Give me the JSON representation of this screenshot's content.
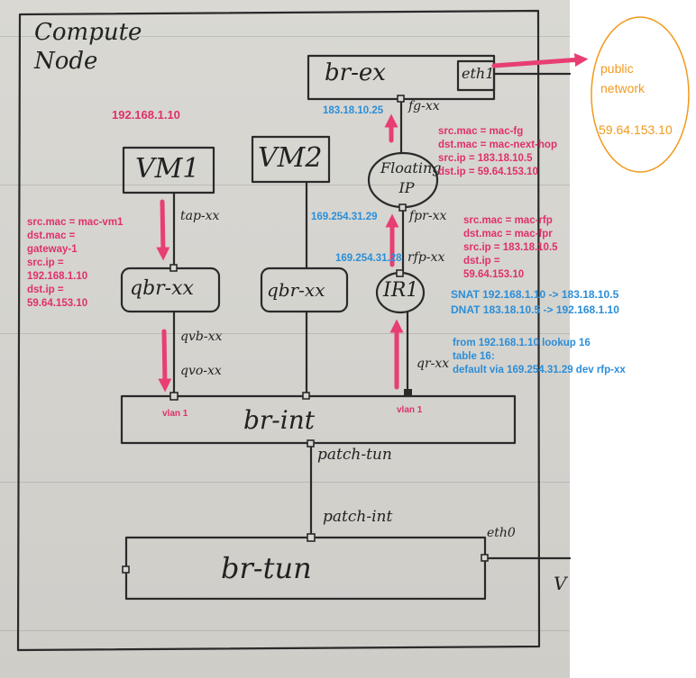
{
  "title": "Compute Node",
  "bridges": {
    "br_ex": "br-ex",
    "eth1": "eth1",
    "vm1": "VM1",
    "vm2": "VM2",
    "floating_ip": "Floating IP",
    "qbr1": "qbr-xx",
    "qbr2": "qbr-xx",
    "ir1": "IR1",
    "br_int": "br-int",
    "br_tun": "br-tun"
  },
  "ports": {
    "fg": "fg-xx",
    "fpr": "fpr-xx",
    "rfp": "rfp-xx",
    "tap": "tap-xx",
    "qvb": "qvb-xx",
    "qvo": "qvo-xx",
    "qr": "qr-xx",
    "patch_tun": "patch-tun",
    "patch_int": "patch-int",
    "eth0": "eth0",
    "edge_v": "V"
  },
  "external": {
    "network_line1": "public",
    "network_line2": "network",
    "network_ip": "59.64.153.10"
  },
  "ip_labels": {
    "vm1_ip": "192.168.1.10",
    "br_ex_ip": "183.18.10.25",
    "fpr_ip": "169.254.31.29",
    "rfp_ip": "169.254.31.28",
    "vlan_left": "vlan 1",
    "vlan_right": "vlan 1"
  },
  "notes": {
    "vm1_packet": [
      "src.mac = mac-vm1",
      "dst.mac =",
      "gateway-1",
      "src.ip =",
      "192.168.1.10",
      "dst.ip =",
      "59.64.153.10"
    ],
    "fip_packet": [
      "src.mac = mac-fg",
      "dst.mac = mac-next-hop",
      "src.ip = 183.18.10.5",
      "dst.ip = 59.64.153.10"
    ],
    "rfp_packet": [
      "src.mac = mac-rfp",
      "dst.mac = mac-fpr",
      "src.ip = 183.18.10.5",
      "dst.ip =",
      "59.64.153.10"
    ],
    "nat_rules": [
      "SNAT  192.168.1.10  ->  183.18.10.5",
      "DNAT  183.18.10.5  ->  192.168.1.10"
    ],
    "routing": [
      "from 192.168.1.10 lookup 16",
      "table 16:",
      "default via 169.254.31.29 dev rfp-xx"
    ]
  },
  "colors": {
    "arrow": "#e83e73",
    "pink_text": "#e0306b",
    "blue_text": "#2b8ed8",
    "orange": "#f29a1c",
    "ink": "#2a2a2a"
  }
}
